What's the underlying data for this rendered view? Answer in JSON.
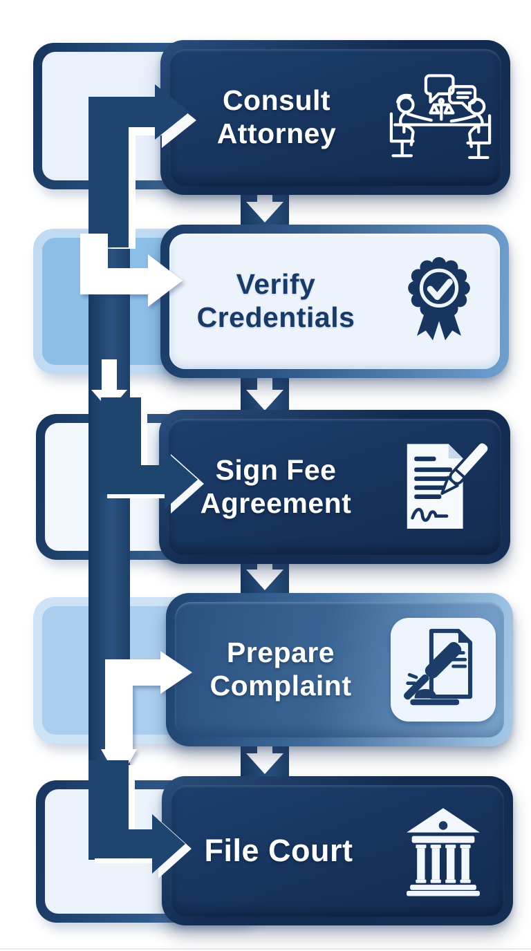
{
  "diagram": {
    "type": "flowchart",
    "direction": "top-to-bottom",
    "steps": [
      {
        "order": 1,
        "label": "Consult Attorney",
        "line1": "Consult",
        "line2": "Attorney",
        "icon": "attorney-consultation-icon",
        "variant": "dark"
      },
      {
        "order": 2,
        "label": "Verify Credentials",
        "line1": "Verify",
        "line2": "Credentials",
        "icon": "certified-badge-icon",
        "variant": "light"
      },
      {
        "order": 3,
        "label": "Sign Fee Agreement",
        "line1": "Sign Fee",
        "line2": "Agreement",
        "icon": "contract-signing-icon",
        "variant": "dark"
      },
      {
        "order": 4,
        "label": "Prepare Complaint",
        "line1": "Prepare",
        "line2": "Complaint",
        "icon": "gavel-document-icon",
        "variant": "gradient"
      },
      {
        "order": 5,
        "label": "File Court",
        "line1": "File Court",
        "line2": "",
        "icon": "courthouse-icon",
        "variant": "dark"
      }
    ],
    "connections": [
      "Consult Attorney -> Verify Credentials",
      "Verify Credentials -> Sign Fee Agreement",
      "Sign Fee Agreement -> Prepare Complaint",
      "Prepare Complaint -> File Court"
    ],
    "colors": {
      "navy": "#16335c",
      "panel_light": "#edf3fb",
      "ghost_blue": "#8cbfe8",
      "steel_blue": "#6fa0cf",
      "ring_light_blue": "#a6c9e8",
      "text_light": "#ffffff",
      "text_dark": "#1a3a66",
      "arrow_white": "#ffffff"
    }
  }
}
